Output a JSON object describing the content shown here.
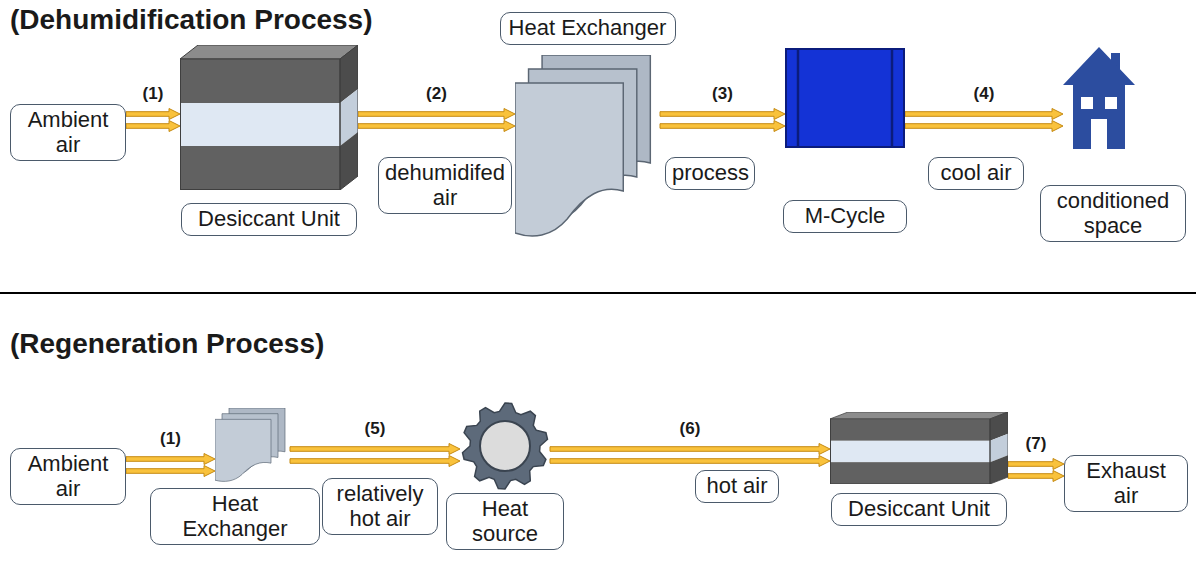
{
  "diagram": {
    "nodes": [
      {
        "text": [
          "Ambient air"
        ]
      },
      {
        "text": [
          "Desiccant Unit"
        ]
      },
      {
        "text": [
          "dehumidifed air"
        ]
      },
      {
        "text": [
          "Heat Exchanger"
        ]
      },
      {
        "text": [
          "process"
        ]
      },
      {
        "text": [
          "M-Cycle"
        ]
      },
      {
        "text": [
          "cool air"
        ]
      },
      {
        "text": [
          "conditioned space"
        ]
      },
      {
        "text": [
          "Ambient air"
        ]
      },
      {
        "text": [
          "Heat Exchanger"
        ]
      },
      {
        "text": [
          "relatively hot air"
        ]
      },
      {
        "text": [
          "Heat source"
        ]
      },
      {
        "text": [
          "hot air"
        ]
      },
      {
        "text": [
          "Desiccant Unit"
        ]
      },
      {
        "text": [
          "Exhaust air"
        ]
      }
    ],
    "edges": [
      {
        "from": 0,
        "to": 1,
        "arrow": "to",
        "label": "(1)"
      },
      {
        "from": 1,
        "to": 3,
        "arrow": "to",
        "label": "(2)"
      },
      {
        "from": 3,
        "to": 5,
        "arrow": "to",
        "label": "(3)"
      },
      {
        "from": 5,
        "to": 7,
        "arrow": "to",
        "label": "(4)"
      },
      {
        "from": 8,
        "to": 9,
        "arrow": "to",
        "label": "(1)"
      },
      {
        "from": 9,
        "to": 11,
        "arrow": "to",
        "label": "(5)"
      },
      {
        "from": 11,
        "to": 13,
        "arrow": "to",
        "label": "(6)"
      },
      {
        "from": 13,
        "to": 14,
        "arrow": "to",
        "label": "(7)"
      }
    ],
    "labels": [
      "(Dehumidification Process)",
      "(Regeneration Process)"
    ]
  }
}
